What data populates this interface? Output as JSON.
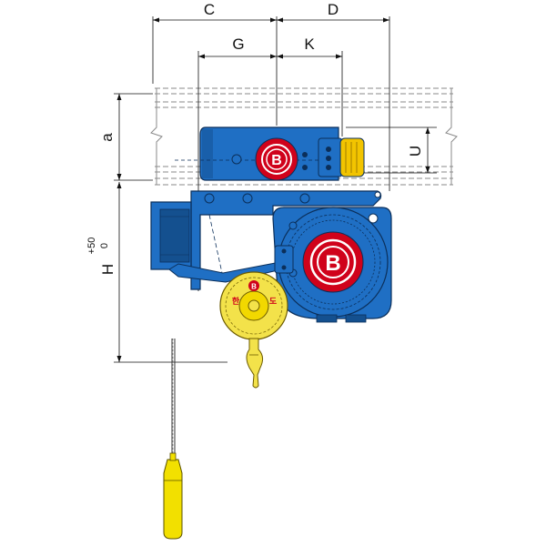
{
  "labels": {
    "c": "C",
    "d": "D",
    "g": "G",
    "k": "K",
    "a": "a",
    "u": "U",
    "h": "H",
    "h_tol_upper": "+50",
    "h_tol_lower": "0"
  },
  "logo": {
    "letter": "B",
    "label_left": "한",
    "label_right": "도",
    "label_top": "B"
  },
  "colors": {
    "hoist_body": "#1f6fc4",
    "hoist_dark": "#14508f",
    "outline": "#0b2f5a",
    "logo_red": "#d0021b",
    "pendant_yellow": "#f2e000",
    "hook_yellow": "#f3e24a",
    "motor_yellow": "#f2c400",
    "beam_grey": "#8a8a8a"
  }
}
